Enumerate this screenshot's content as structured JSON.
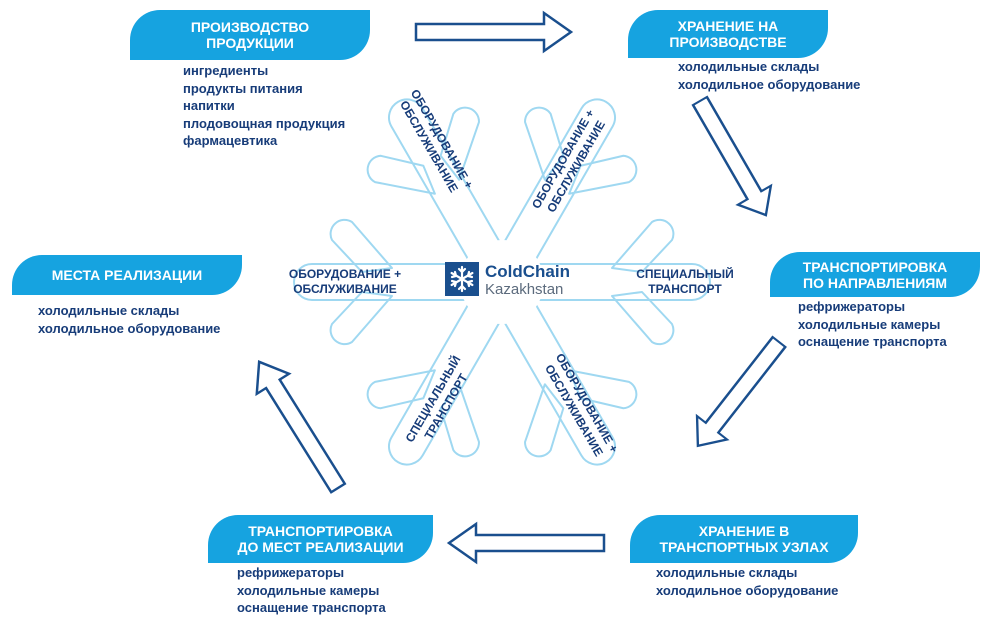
{
  "colors": {
    "accent": "#16a3e0",
    "text": "#173c79",
    "outline": "#9fd8f1",
    "arrow": "#1a4f8e"
  },
  "logo": {
    "name": "ColdChain",
    "country": "Kazakhstan",
    "icon": "snowflake-icon"
  },
  "stages": {
    "production": {
      "title_l1": "ПРОИЗВОДСТВО",
      "title_l2": "ПРОДУКЦИИ",
      "items": [
        "ингредиенты",
        "продукты питания",
        "напитки",
        "плодовощная продукция",
        "фармацевтика"
      ]
    },
    "storage_production": {
      "title_l1": "ХРАНЕНИЕ НА",
      "title_l2": "ПРОИЗВОДСТВЕ",
      "items": [
        "холодильные склады",
        "холодильное оборудование"
      ]
    },
    "transport_directions": {
      "title_l1": "ТРАНСПОРТИРОВКА",
      "title_l2": "ПО НАПРАВЛЕНИЯМ",
      "items": [
        "рефрижераторы",
        "холодильные камеры",
        "оснащение транспорта"
      ]
    },
    "storage_hubs": {
      "title_l1": "ХРАНЕНИЕ В",
      "title_l2": "ТРАНСПОРТНЫХ УЗЛАХ",
      "items": [
        "холодильные склады",
        "холодильное оборудование"
      ]
    },
    "transport_points": {
      "title_l1": "ТРАНСПОРТИРОВКА",
      "title_l2": "ДО МЕСТ РЕАЛИЗАЦИИ",
      "items": [
        "рефрижераторы",
        "холодильные камеры",
        "оснащение транспорта"
      ]
    },
    "sales_points": {
      "title_l1": "МЕСТА РЕАЛИЗАЦИИ",
      "items": [
        "холодильные склады",
        "холодильное оборудование"
      ]
    }
  },
  "snowflake_arms": {
    "top_left": {
      "l1": "ОБОРУДОВАНИЕ +",
      "l2": "ОБСЛУЖИВАНИЕ"
    },
    "top_right": {
      "l1": "ОБОРУДОВАНИЕ +",
      "l2": "ОБСЛУЖИВАНИЕ"
    },
    "left": {
      "l1": "ОБОРУДОВАНИЕ +",
      "l2": "ОБСЛУЖИВАНИЕ"
    },
    "right": {
      "l1": "СПЕЦИАЛЬНЫЙ",
      "l2": "ТРАНСПОРТ"
    },
    "bottom_left": {
      "l1": "СПЕЦИАЛЬНЫЙ",
      "l2": "ТРАНСПОРТ"
    },
    "bottom_right": {
      "l1": "ОБОРУДОВАНИЕ +",
      "l2": "ОБСЛУЖИВАНИЕ"
    }
  }
}
